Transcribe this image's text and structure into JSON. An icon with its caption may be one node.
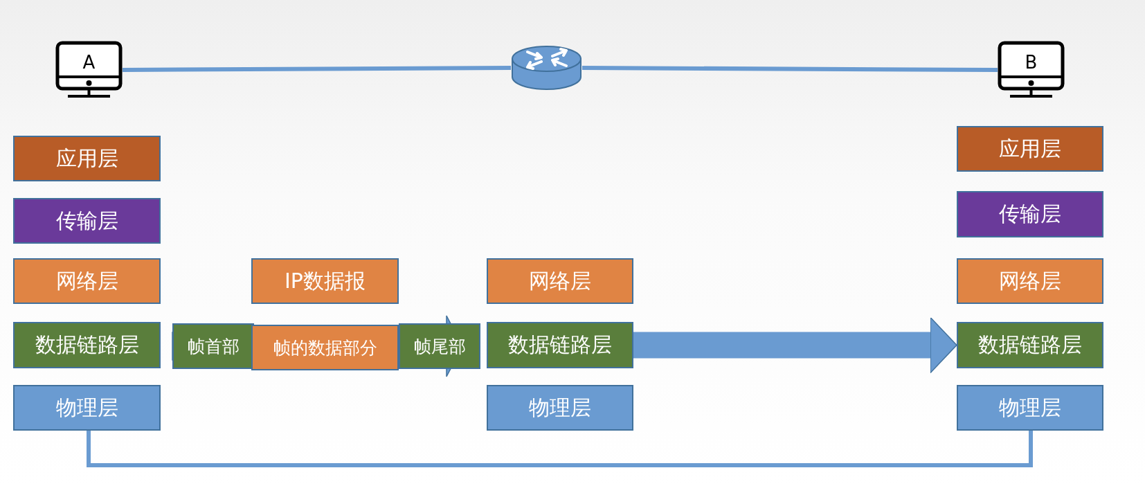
{
  "diagram": {
    "nodes": [
      {
        "text": [
          "A"
        ]
      },
      {
        "text": [],
        "shape": "cylinder"
      },
      {
        "text": [
          "B"
        ]
      },
      {
        "text": [
          "应用层"
        ]
      },
      {
        "text": [
          "传输层"
        ]
      },
      {
        "text": [
          "网络层"
        ]
      },
      {
        "text": [
          "数据链路层"
        ]
      },
      {
        "text": [
          "物理层"
        ]
      },
      {
        "text": [
          "IP数据报"
        ]
      },
      {
        "text": [
          "帧首部"
        ]
      },
      {
        "text": [
          "帧的数据部分"
        ]
      },
      {
        "text": [
          "帧尾部"
        ]
      },
      {
        "text": [
          "网络层"
        ]
      },
      {
        "text": [
          "数据链路层"
        ]
      },
      {
        "text": [
          "物理层"
        ]
      },
      {
        "text": [
          "应用层"
        ]
      },
      {
        "text": [
          "传输层"
        ]
      },
      {
        "text": [
          "网络层"
        ]
      },
      {
        "text": [
          "数据链路层"
        ]
      },
      {
        "text": [
          "物理层"
        ]
      }
    ],
    "edges": [
      {
        "from": 0,
        "to": 1,
        "arrow": "none"
      },
      {
        "from": 1,
        "to": 2,
        "arrow": "none"
      },
      {
        "from": 13,
        "to": 18,
        "arrow": "to",
        "style": "thick"
      },
      {
        "from": 7,
        "to": 19,
        "arrow": "none"
      }
    ]
  }
}
